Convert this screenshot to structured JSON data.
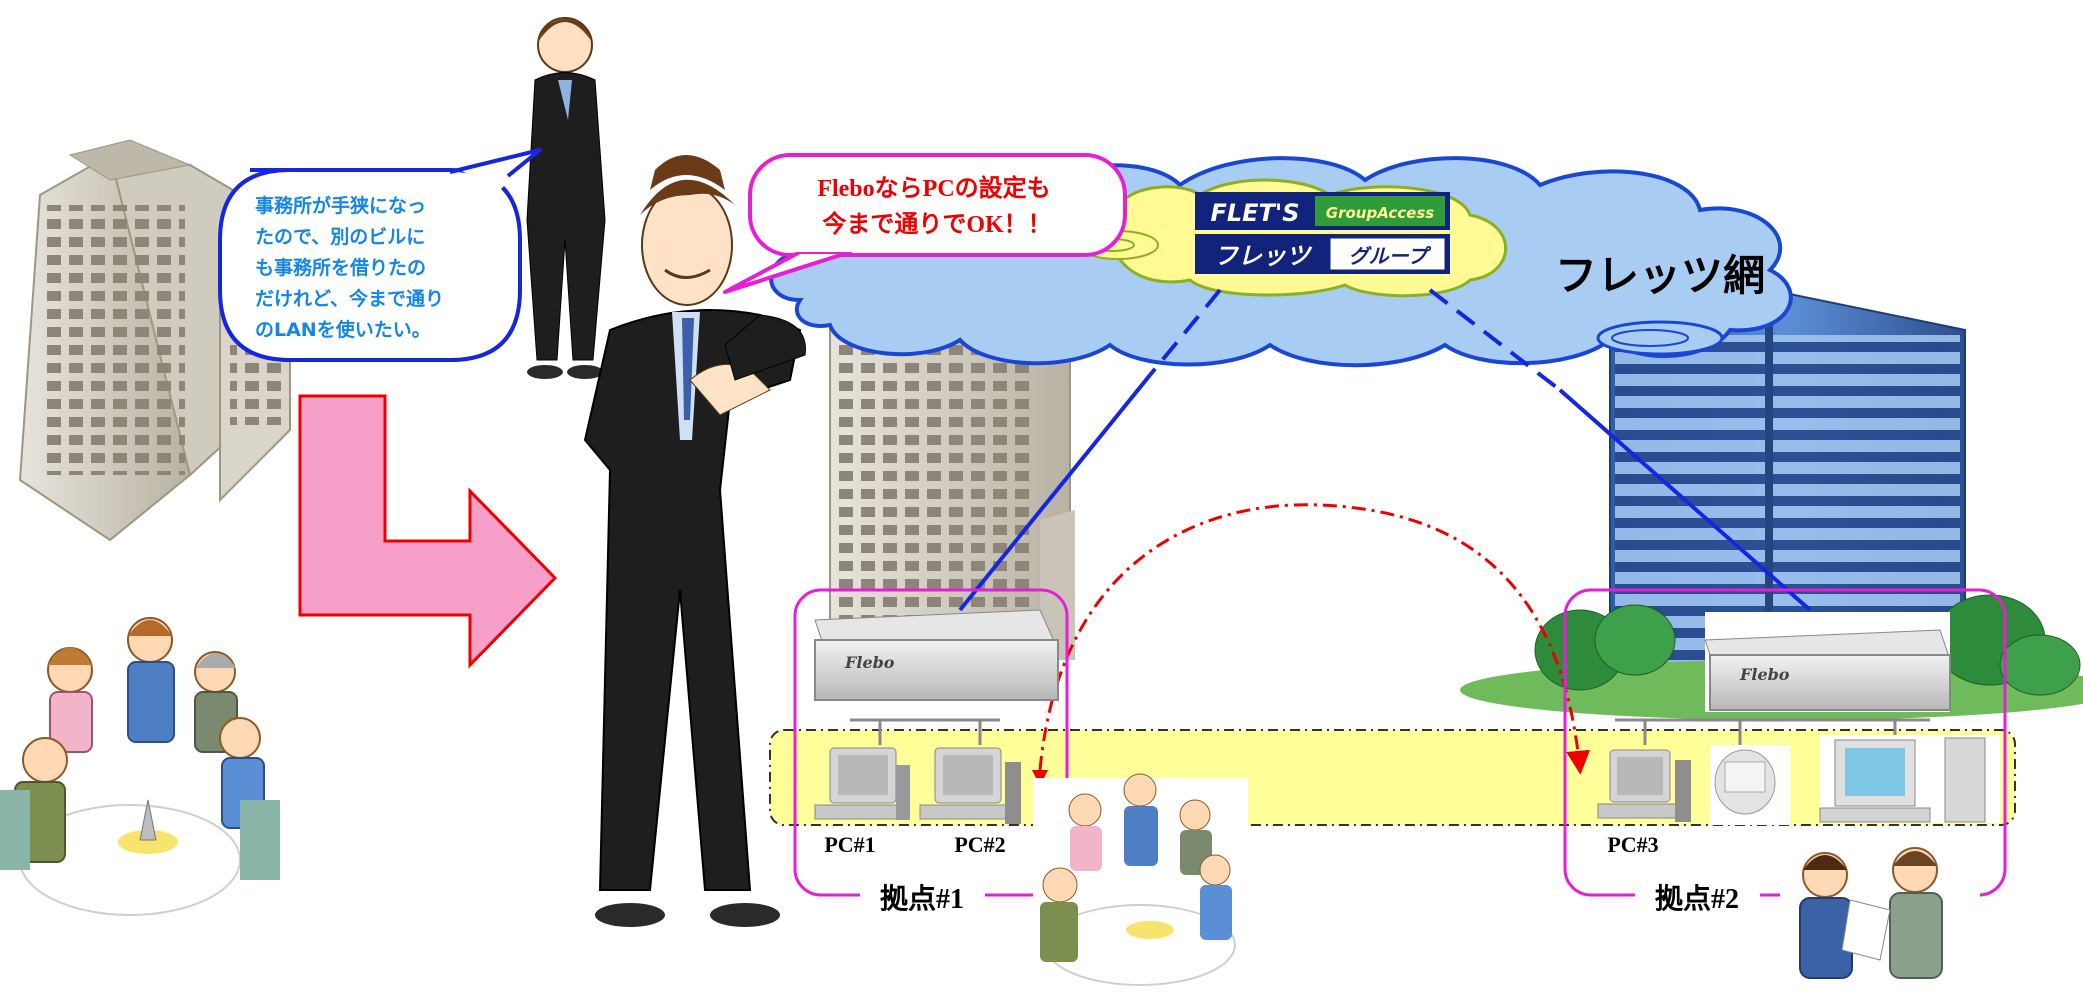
{
  "speech_left": {
    "lines": [
      "事務所が手狭になっ",
      "たので、別のビルに",
      "も事務所を借りたの",
      "だけれど、今まで通り",
      "のLANを使いたい。"
    ]
  },
  "speech_right": {
    "lines": [
      "FleboならPCの設定も",
      "今まで通りでOK！！"
    ]
  },
  "cloud": {
    "label": "フレッツ網"
  },
  "flets_logo": {
    "top_text": "FLET'S",
    "badge_text": "GroupAccess",
    "bottom_text": "フレッツ",
    "bottom_badge": "グループ"
  },
  "router_brand": "Flebo",
  "site1": {
    "label": "拠点#1",
    "pcs": [
      "PC#1",
      "PC#2"
    ]
  },
  "site2": {
    "label": "拠点#2",
    "pcs": [
      "PC#3"
    ]
  },
  "colors": {
    "cloud_fill": "#a9cdf2",
    "cloud_stroke": "#1a46d6",
    "lan_band": "#ffff99",
    "site_frame": "#e61fd6",
    "arrow_pink": "#f69fc9",
    "arrow_red": "#ee0000",
    "vpn_line": "#1626e0",
    "left_text": "#1585e6",
    "right_text": "#ee0000"
  }
}
